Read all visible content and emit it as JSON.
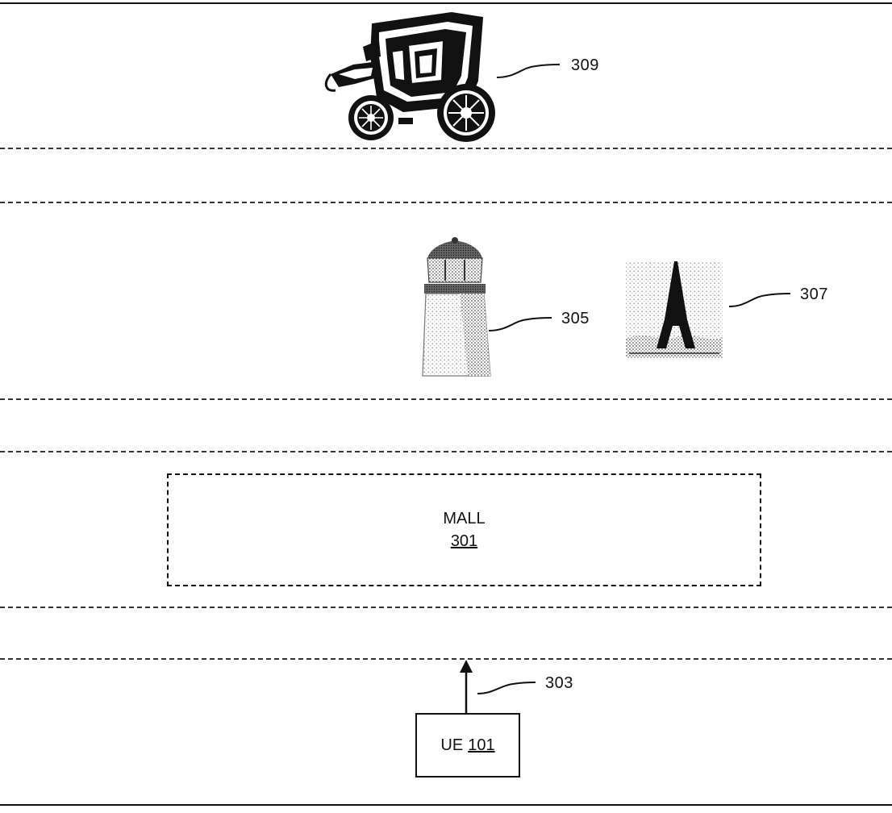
{
  "mall": {
    "title": "MALL",
    "ref": "301"
  },
  "ue": {
    "title": "UE",
    "ref": "101"
  },
  "labels": {
    "carriage": "309",
    "lighthouse": "305",
    "eiffel": "307",
    "arrow": "303"
  },
  "icons": {
    "carriage": "carriage-icon",
    "lighthouse": "lighthouse-icon",
    "eiffel": "eiffel-tower-icon"
  }
}
